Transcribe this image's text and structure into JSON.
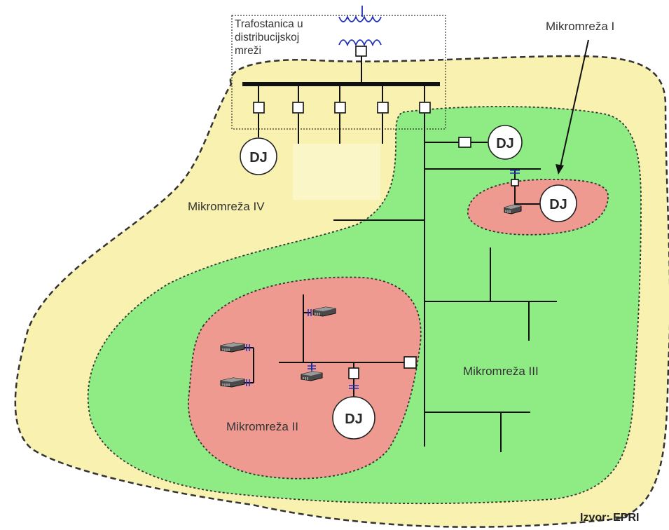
{
  "colors": {
    "zone_iv": "#f8f1b0",
    "zone_iii": "#8fec84",
    "zone_i_ii": "#ee9a90",
    "line": "#111111",
    "transformer": "#2233bb"
  },
  "substation": {
    "label_lines": [
      "Trafostanica u",
      "distribucijskoj",
      "mreži"
    ]
  },
  "zones": {
    "mikromreza_i": "Mikromreža I",
    "mikromreza_ii": "Mikromreža II",
    "mikromreza_iii": "Mikromreža III",
    "mikromreza_iv": "Mikromreža IV"
  },
  "generator_label": "DJ",
  "source": "Izvor: EPRI"
}
